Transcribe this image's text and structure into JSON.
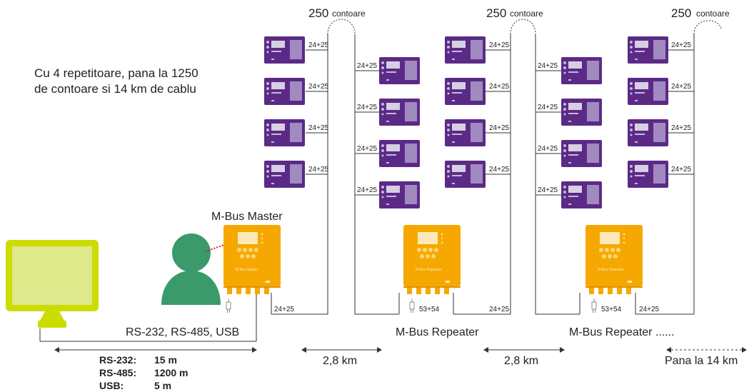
{
  "intro": {
    "line1": "Cu 4 repetitoare, pana la 1250",
    "line2": "de contoare si 14 km de cablu"
  },
  "segments": [
    {
      "count": "250",
      "unit": "contoare"
    },
    {
      "count": "250",
      "unit": "contoare"
    },
    {
      "count": "250",
      "unit": "contoare"
    }
  ],
  "meter_terminal_label": "24+25",
  "bus_terminal_label": "24+25",
  "repeater_power_label": "53+54",
  "master": {
    "title": "M-Bus Master",
    "panel_text": "M-Bus Master"
  },
  "repeaters": [
    {
      "title": "M-Bus Repeater",
      "panel_text": "M-Bus Repeater"
    },
    {
      "title": "M-Bus Repeater ......",
      "panel_text": "M-Bus Repeater"
    }
  ],
  "interface_label": "RS-232, RS-485, USB",
  "interfaces": [
    {
      "name": "RS-232:",
      "distance": "15 m"
    },
    {
      "name": "RS-485:",
      "distance": "1200 m"
    },
    {
      "name": "USB:",
      "distance": "5 m"
    }
  ],
  "distances": [
    "2,8 km",
    "2,8 km",
    "Pana la 14 km"
  ],
  "colors": {
    "meter": "#5b2a86",
    "meter_light": "#a08ac0",
    "device": "#f6a800",
    "device_light": "#fcd67a",
    "monitor_frame": "#cddc00",
    "monitor_screen": "#dde98a",
    "person": "#3a9a6a",
    "laser": "#d6202b",
    "line": "#333333"
  },
  "icons": [
    "person-icon",
    "monitor-icon",
    "plug-icon",
    "m-bus-meter-icon",
    "m-bus-device-icon"
  ]
}
